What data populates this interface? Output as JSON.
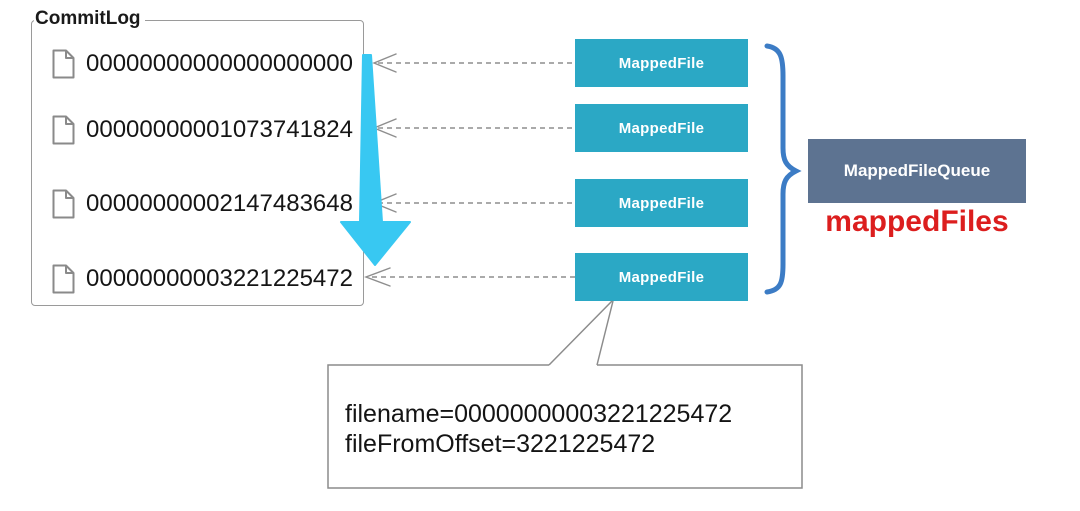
{
  "diagram": {
    "commitlog": {
      "title": "CommitLog",
      "files": [
        "00000000000000000000",
        "00000000001073741824",
        "00000000002147483648",
        "00000000003221225472"
      ]
    },
    "mapped_file_label": "MappedFile",
    "queue_label": "MappedFileQueue",
    "queue_field": "mappedFiles",
    "callout": {
      "line1": "filename=00000000003221225472",
      "line2": "fileFromOffset=3221225472"
    },
    "colors": {
      "mapped_file_teal": "#2ba8c5",
      "queue_slate": "#5d7391",
      "brace_blue": "#3c7cc5",
      "arrow_cyan": "#38c8f2",
      "field_red": "#dc1e1e",
      "connector_gray": "#8e8e8e"
    }
  }
}
